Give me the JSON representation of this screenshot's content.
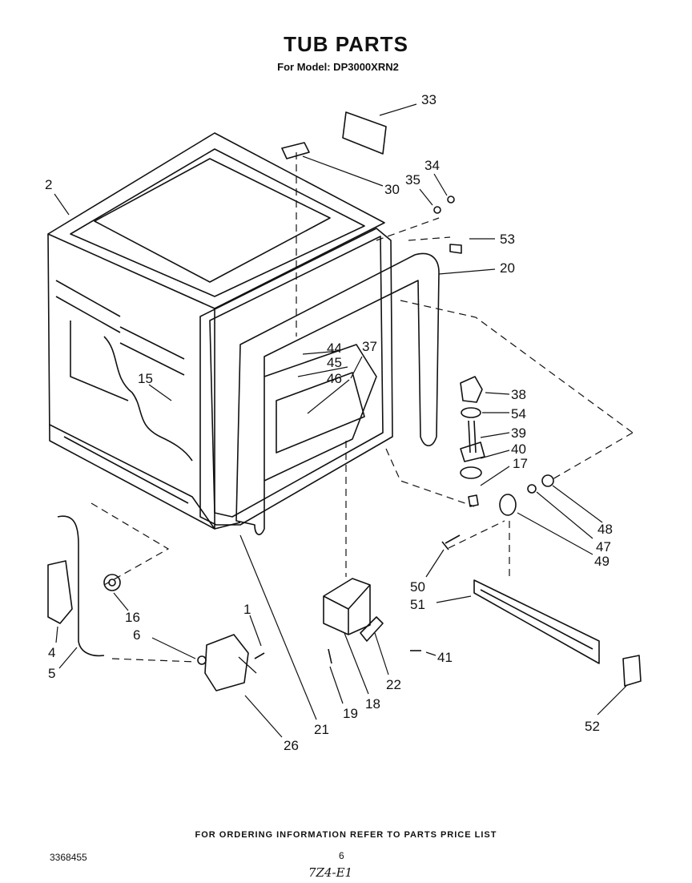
{
  "header": {
    "title": "TUB PARTS",
    "subtitle": "For Model: DP3000XRN2"
  },
  "callouts": [
    "1",
    "2",
    "4",
    "5",
    "6",
    "15",
    "16",
    "17",
    "18",
    "19",
    "20",
    "21",
    "22",
    "26",
    "30",
    "33",
    "34",
    "35",
    "37",
    "38",
    "39",
    "40",
    "41",
    "44",
    "45",
    "46",
    "47",
    "48",
    "49",
    "50",
    "51",
    "52",
    "53",
    "54"
  ],
  "footer": {
    "note": "FOR ORDERING INFORMATION REFER TO PARTS PRICE LIST",
    "doc_number": "3368455",
    "page_number": "6",
    "handwritten_code": "7Z4-E1"
  }
}
